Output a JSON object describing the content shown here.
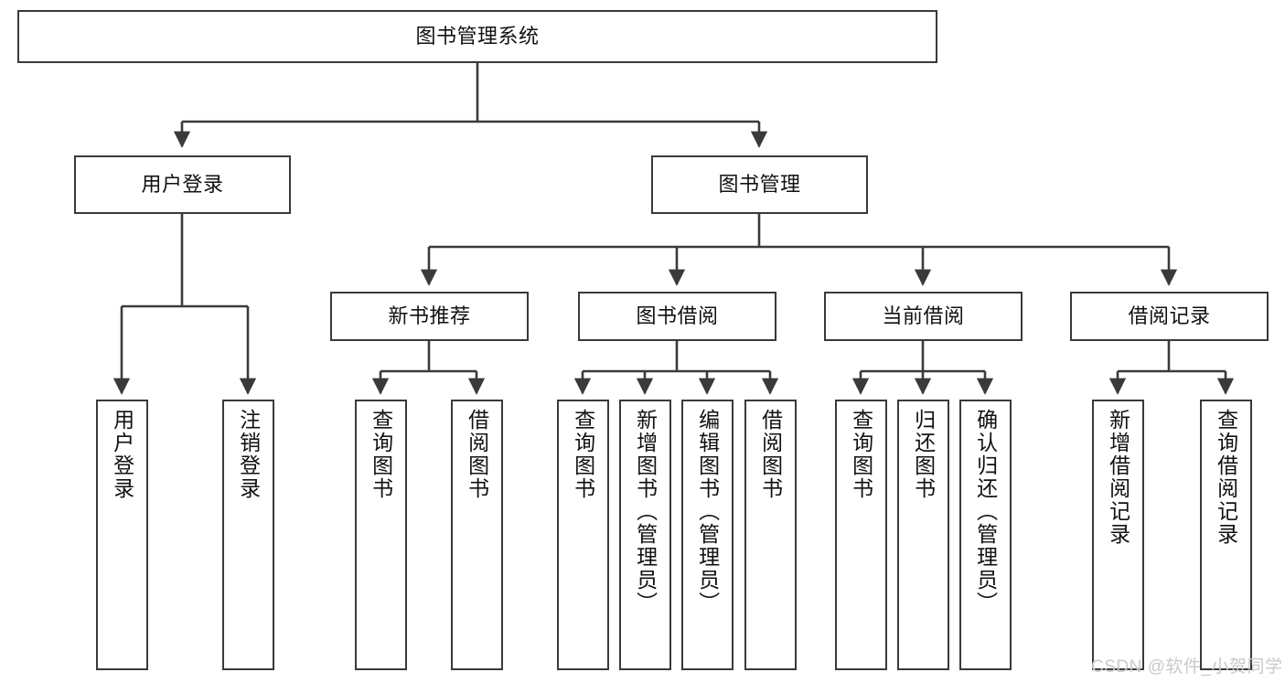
{
  "diagram": {
    "type": "tree",
    "title": "图书管理系统",
    "orientation": "top-down",
    "style": {
      "box_fill": "#ffffff",
      "box_stroke": "#3a3a3a",
      "connector_color": "#3a3a3a",
      "text_color": "#111111",
      "background": "#ffffff"
    }
  },
  "nodes": {
    "root": {
      "label": "图书管理系统",
      "level": 0
    },
    "user_login": {
      "label": "用户登录",
      "level": 1
    },
    "book_manage": {
      "label": "图书管理",
      "level": 1
    },
    "new_book_rec": {
      "label": "新书推荐",
      "level": 2
    },
    "book_borrow": {
      "label": "图书借阅",
      "level": 2
    },
    "current_borrow": {
      "label": "当前借阅",
      "level": 2
    },
    "borrow_record": {
      "label": "借阅记录",
      "level": 2
    },
    "leaf_user_login": {
      "label": "用户登录",
      "level": 3
    },
    "leaf_logout_login": {
      "label": "注销登录",
      "level": 3
    },
    "leaf_query_book_1": {
      "label": "查询图书",
      "level": 3
    },
    "leaf_borrow_book_1": {
      "label": "借阅图书",
      "level": 3
    },
    "leaf_query_book_2": {
      "label": "查询图书",
      "level": 3
    },
    "leaf_add_book": {
      "label": "新增图书（管理员）",
      "level": 3
    },
    "leaf_edit_book": {
      "label": "编辑图书（管理员）",
      "level": 3
    },
    "leaf_borrow_book_2": {
      "label": "借阅图书",
      "level": 3
    },
    "leaf_query_book_3": {
      "label": "查询图书",
      "level": 3
    },
    "leaf_return_book": {
      "label": "归还图书",
      "level": 3
    },
    "leaf_confirm_return": {
      "label": "确认归还（管理员）",
      "level": 3
    },
    "leaf_add_record": {
      "label": "新增借阅记录",
      "level": 3
    },
    "leaf_query_record": {
      "label": "查询借阅记录",
      "level": 3
    }
  },
  "edges": [
    {
      "from": "root",
      "to": "user_login"
    },
    {
      "from": "root",
      "to": "book_manage"
    },
    {
      "from": "book_manage",
      "to": "new_book_rec"
    },
    {
      "from": "book_manage",
      "to": "book_borrow"
    },
    {
      "from": "book_manage",
      "to": "current_borrow"
    },
    {
      "from": "book_manage",
      "to": "borrow_record"
    },
    {
      "from": "user_login",
      "to": "leaf_user_login"
    },
    {
      "from": "user_login",
      "to": "leaf_logout_login"
    },
    {
      "from": "new_book_rec",
      "to": "leaf_query_book_1"
    },
    {
      "from": "new_book_rec",
      "to": "leaf_borrow_book_1"
    },
    {
      "from": "book_borrow",
      "to": "leaf_query_book_2"
    },
    {
      "from": "book_borrow",
      "to": "leaf_add_book"
    },
    {
      "from": "book_borrow",
      "to": "leaf_edit_book"
    },
    {
      "from": "book_borrow",
      "to": "leaf_borrow_book_2"
    },
    {
      "from": "current_borrow",
      "to": "leaf_query_book_3"
    },
    {
      "from": "current_borrow",
      "to": "leaf_return_book"
    },
    {
      "from": "current_borrow",
      "to": "leaf_confirm_return"
    },
    {
      "from": "borrow_record",
      "to": "leaf_add_record"
    },
    {
      "from": "borrow_record",
      "to": "leaf_query_record"
    }
  ],
  "watermark": {
    "text": "CSDN @软件_小贺同学",
    "color": "#c9c9c9"
  }
}
